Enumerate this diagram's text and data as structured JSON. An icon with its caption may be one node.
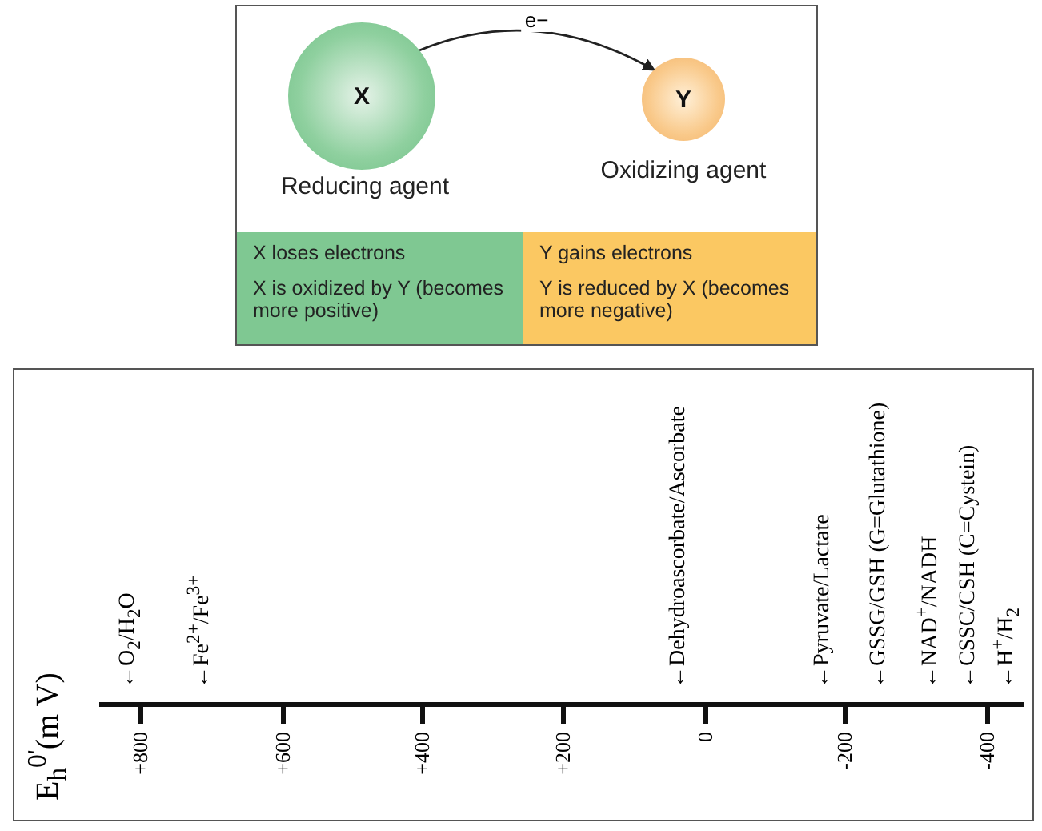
{
  "diagram": {
    "nodes": [
      {
        "text": [
          "X"
        ],
        "beside": [
          "Reducing agent"
        ]
      },
      {
        "text": [
          "Y"
        ],
        "beside": [
          "Oxidizing agent"
        ]
      },
      {
        "text": [
          "X loses electrons",
          "X is oxidized by Y (becomes more positive)"
        ]
      },
      {
        "text": [
          "Y gains electrons",
          "Y is reduced by X (becomes more negative)"
        ]
      }
    ],
    "edges": [
      {
        "from": 0,
        "to": 1,
        "arrow": "to",
        "label": "e−"
      }
    ],
    "labels": [
      "E$_{h}$$^{0'}$(m V)",
      "←O$_{2}$/H$_{2}$O",
      "←Fe$^{2+}$/Fe$^{3+}$",
      "←Dehydroascorbate/Ascorbate",
      "←Pyruvate/Lactate",
      "←GSSG/GSH  (G=Glutathione)",
      "←NAD$^{+}$/NADH",
      "←CSSC/CSH (C=Cystein)",
      "←H$^{+}$/H$_{2}$",
      "+800",
      "+600",
      "+400",
      "+200",
      "0",
      "-200",
      "-400"
    ]
  }
}
